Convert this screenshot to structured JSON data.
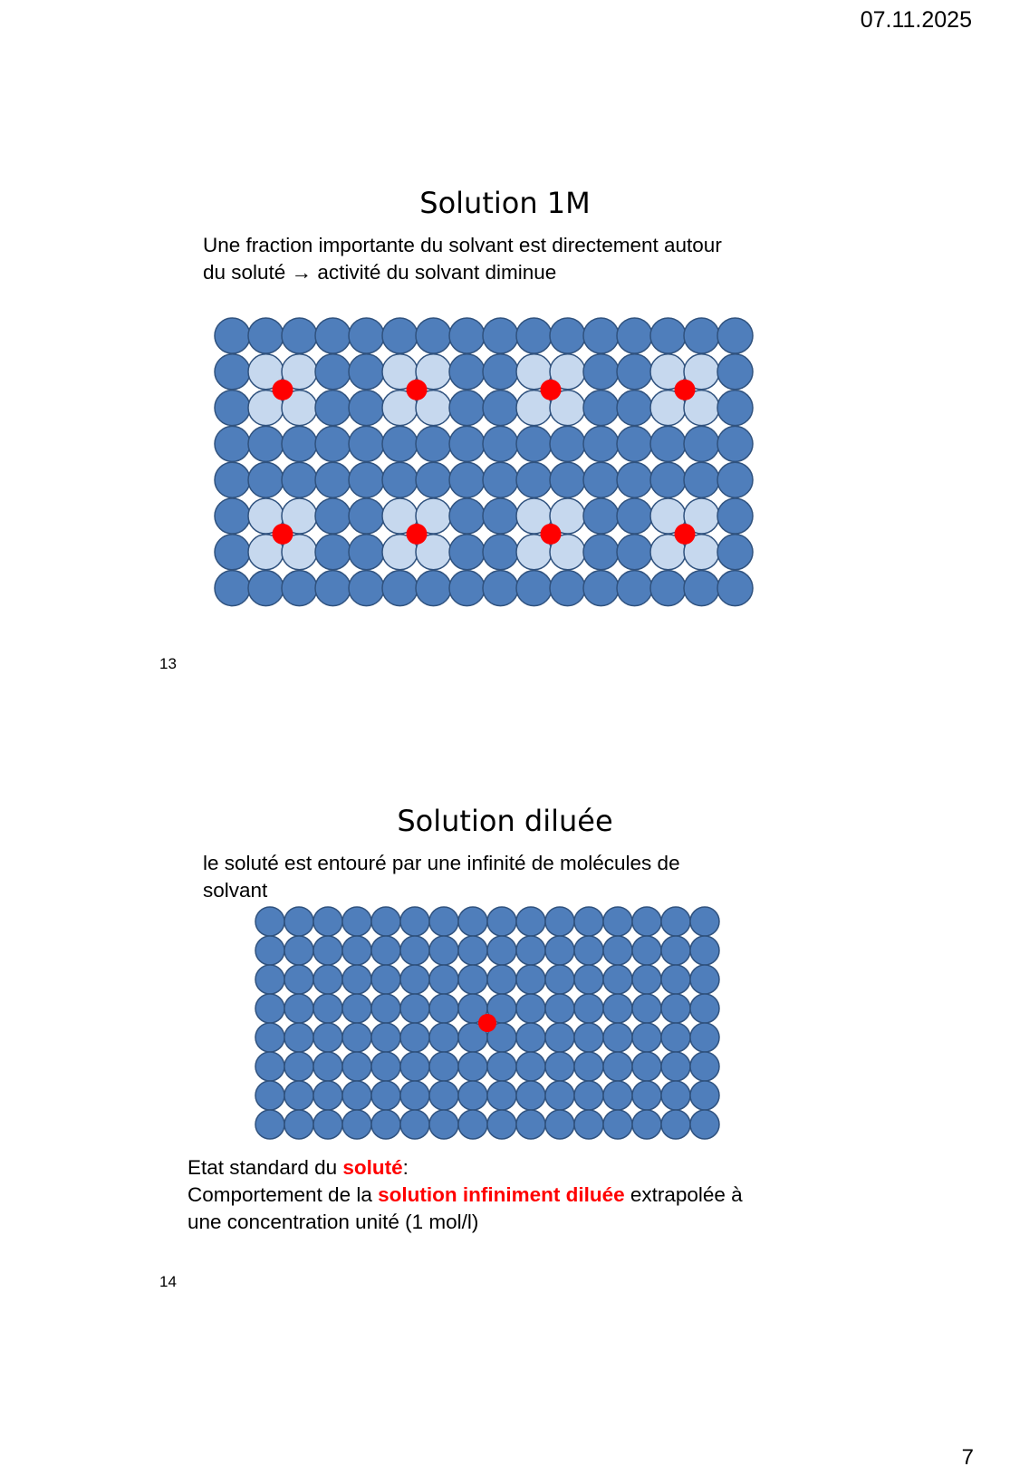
{
  "header": {
    "date": "07.11.2025"
  },
  "footer": {
    "page_number": "7"
  },
  "slides": [
    {
      "number": "13",
      "title": "Solution 1M",
      "text_line1": "Une fraction importante du solvant est directement autour",
      "text_line2_start": "du soluté",
      "arrow": "→",
      "text_line2_end": "activité du solvant diminue",
      "diagram": {
        "rows": 8,
        "cols": 16,
        "solute_positions": [
          [
            1,
            1
          ],
          [
            1,
            5
          ],
          [
            1,
            9
          ],
          [
            1,
            13
          ],
          [
            5,
            1
          ],
          [
            5,
            5
          ],
          [
            5,
            9
          ],
          [
            5,
            13
          ]
        ],
        "solvent_color": "#4f7ebb",
        "solvation_color": "#c6d8ee",
        "outline_color": "#30527e",
        "solute_color": "#ff0000"
      }
    },
    {
      "number": "14",
      "title": "Solution diluée",
      "text_line1": "le soluté est entouré par une infinité de molécules de",
      "text_line2": "solvant",
      "diagram": {
        "rows": 8,
        "cols": 16,
        "solute_positions": [
          [
            3,
            7
          ]
        ],
        "solvent_color": "#4f7ebb",
        "outline_color": "#30527e",
        "solute_color": "#ff0000"
      },
      "standard_state": {
        "line1_start": "Etat standard du ",
        "line1_highlight": "soluté",
        "line1_end": ":",
        "line2_start": "Comportement de la ",
        "line2_highlight": "solution infiniment diluée",
        "line2_end": " extrapolée à",
        "line3": "une concentration unité (1 mol/l)"
      }
    }
  ]
}
